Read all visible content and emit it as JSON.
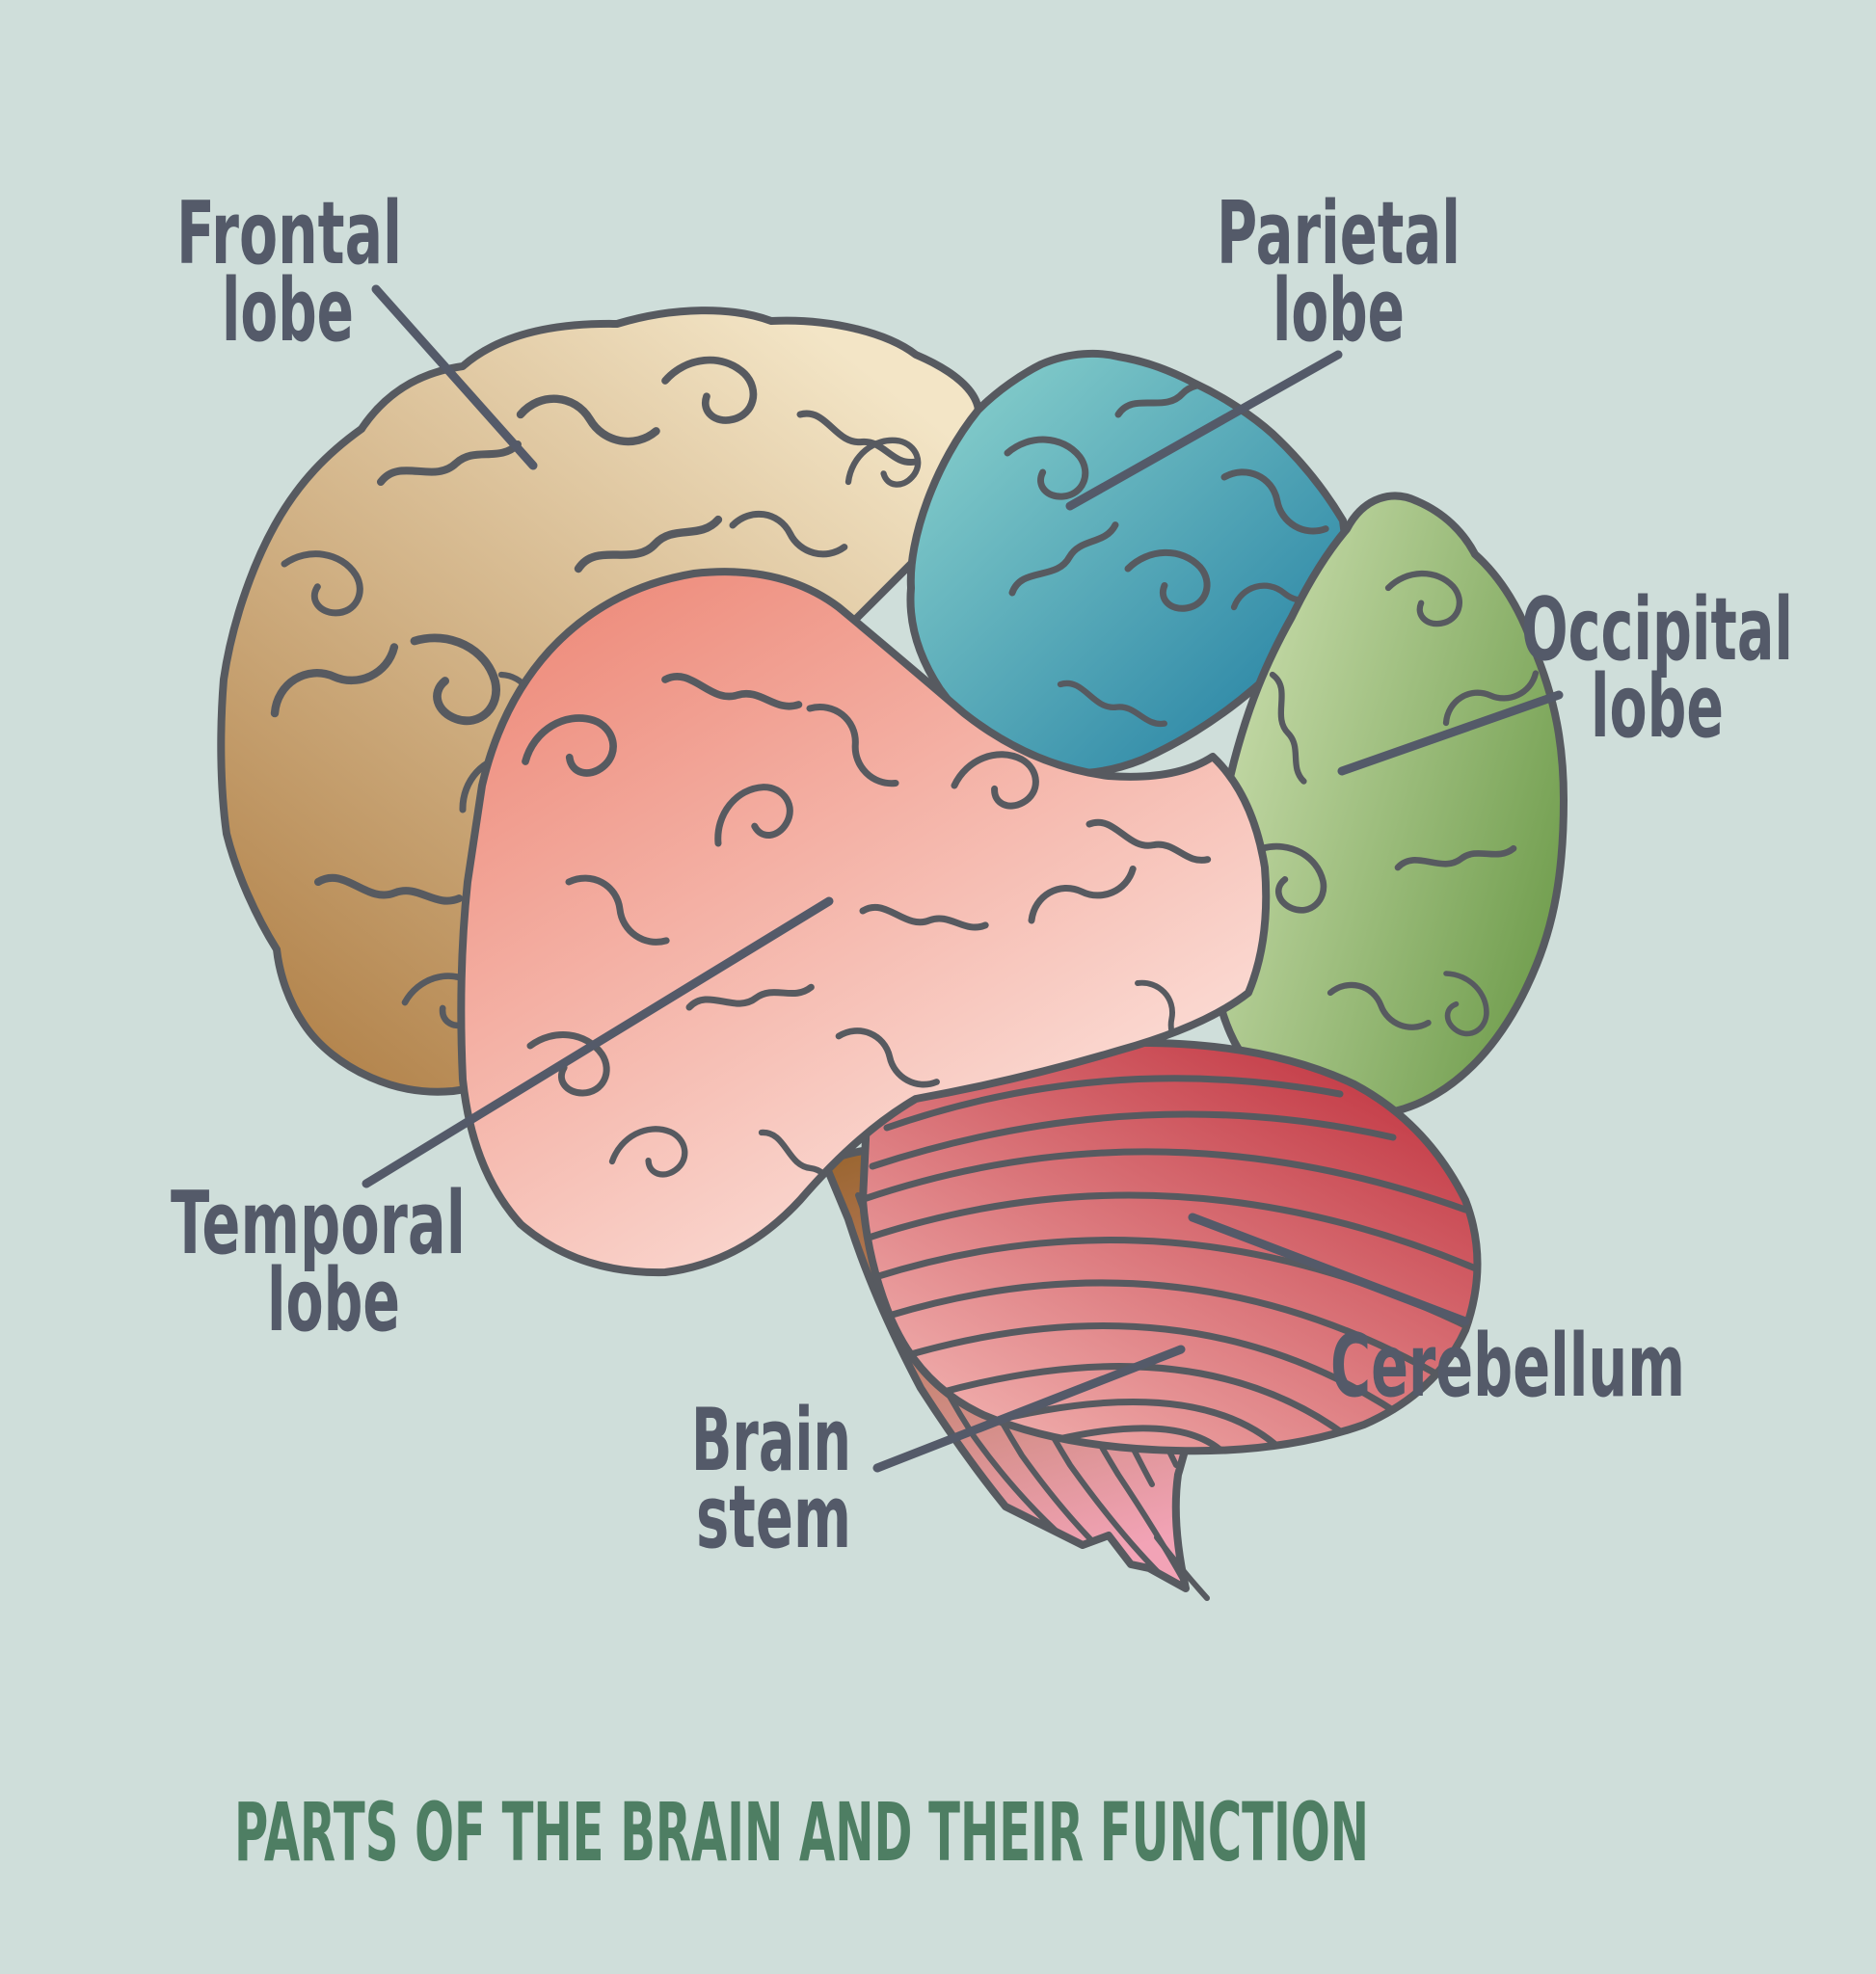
{
  "title": {
    "text": "PARTS OF THE BRAIN AND THEIR FUNCTION",
    "color": "#4e7e63"
  },
  "background_color": "#cfdeda",
  "outline_color": "#575a60",
  "label_color": "#545a69",
  "labels": {
    "frontal": {
      "line1": "Frontal",
      "line2": "lobe"
    },
    "parietal": {
      "line1": "Parietal",
      "line2": "lobe"
    },
    "occipital": {
      "line1": "Occipital",
      "line2": "lobe"
    },
    "temporal": {
      "line1": "Temporal",
      "line2": "lobe"
    },
    "brain_stem": {
      "line1": "Brain",
      "line2": "stem"
    },
    "cerebellum": {
      "line1": "Cerebellum"
    }
  },
  "lobes": {
    "frontal": {
      "name": "Frontal lobe",
      "color_dark": "#ad7b41",
      "color_light": "#f3e5c6"
    },
    "parietal": {
      "name": "Parietal lobe",
      "color_dark": "#1d7ba0",
      "color_light": "#8fd5cf"
    },
    "occipital": {
      "name": "Occipital lobe",
      "color_dark": "#6d9b4a",
      "color_light": "#c8dcab"
    },
    "temporal": {
      "name": "Temporal lobe",
      "color_dark": "#ee8d7d",
      "color_light": "#feeee9"
    },
    "cerebellum": {
      "name": "Cerebellum",
      "color_dark": "#c0323e",
      "color_light": "#f3b5b3"
    },
    "brain_stem": {
      "name": "Brain stem",
      "color_dark": "#9c6733",
      "color_light": "#f2a3b6"
    }
  }
}
